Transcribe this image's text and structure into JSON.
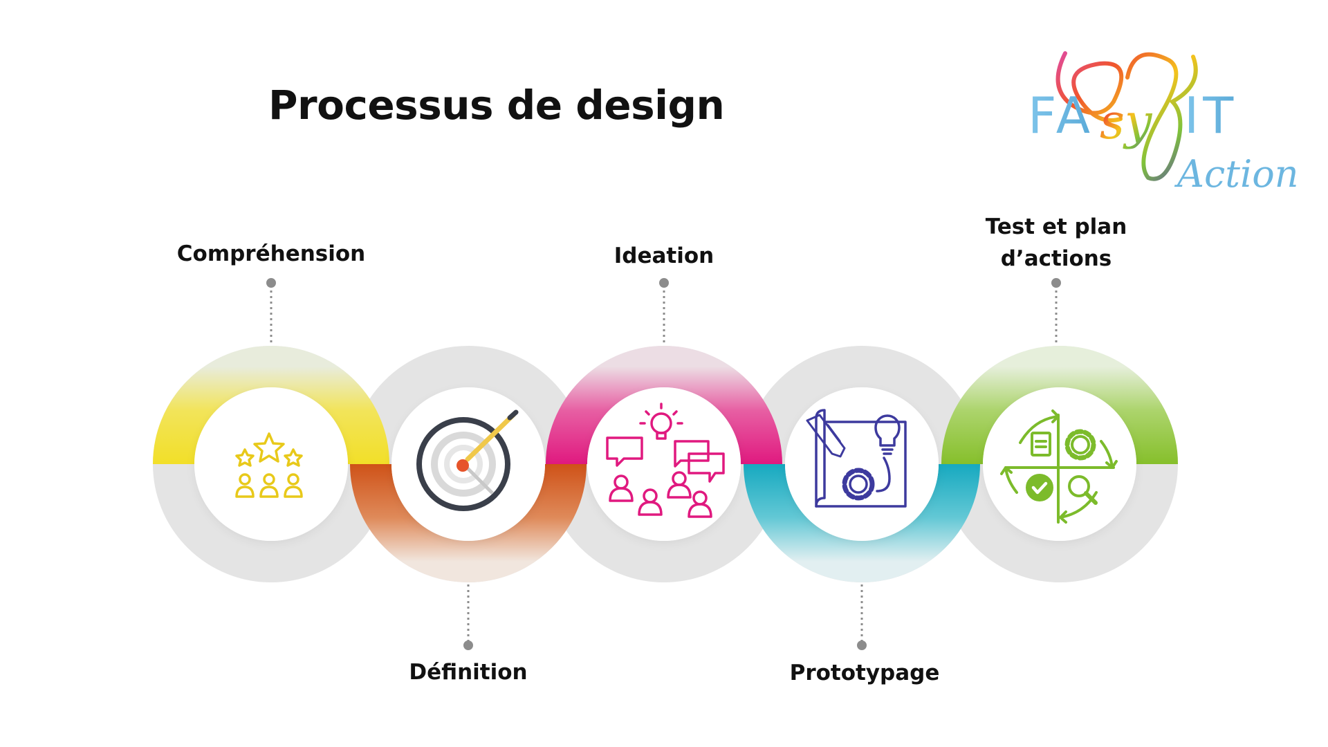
{
  "title": "Processus de design",
  "logo": {
    "text_left": "FA",
    "text_script": "sy",
    "text_right": "IT",
    "text_sub": "Action"
  },
  "steps": [
    {
      "label": "Compréhension",
      "icon": "stars-people-icon",
      "color_top": "#f2df28",
      "color_accent": "#e8c91a",
      "arc_side": "top"
    },
    {
      "label": "Définition",
      "icon": "target-pencil-icon",
      "color_top": "#d4581d",
      "color_accent": "#3a3f4a",
      "arc_side": "bottom"
    },
    {
      "label": "Ideation",
      "icon": "idea-discussion-icon",
      "color_top": "#e0197f",
      "color_accent": "#e0197f",
      "arc_side": "top"
    },
    {
      "label": "Prototypage",
      "icon": "blueprint-gear-icon",
      "color_top": "#1fb0c4",
      "color_accent": "#3d3a9e",
      "arc_side": "bottom"
    },
    {
      "label": "Test et plan\nd’actions",
      "icon": "cycle-quadrant-icon",
      "color_top": "#8cc232",
      "color_accent": "#7cbb2b",
      "arc_side": "top"
    }
  ],
  "colors": {
    "ring_gray": "#e4e4e4",
    "connector": "#8c8c8c",
    "text": "#111111"
  }
}
